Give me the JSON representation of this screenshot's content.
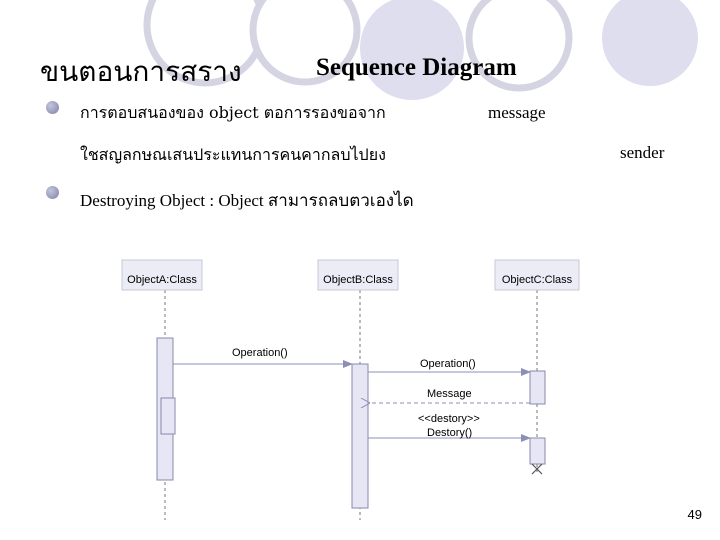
{
  "slide": {
    "title_thai": "ขนตอนการสราง",
    "title_en": "Sequence Diagram",
    "bullet1_part1": "การตอบสนองของ object ตอการรองขอจาก",
    "bullet1_part2": "message",
    "bullet1_line2": "ใชสญลกษณเสนประแทนการคนคากลบไปยง",
    "bullet1_line2_end": "sender",
    "bullet2": "Destroying Object : Object สามารถลบตวเองได",
    "page_number": "49"
  },
  "diagram": {
    "objects": [
      {
        "label": "ObjectA:Class"
      },
      {
        "label": "ObjectB:Class"
      },
      {
        "label": "ObjectC:Class"
      }
    ],
    "messages": [
      {
        "label": "Operation()"
      },
      {
        "label": "Operation()"
      },
      {
        "label": "Message"
      },
      {
        "label": "<<destory>>"
      },
      {
        "label": "Destory()"
      }
    ]
  },
  "colors": {
    "circle_fill": "#dcdcec",
    "circle_stroke": "#c8c8d8",
    "activation_fill": "#e6e6f4",
    "activation_stroke": "#8888aa",
    "arrow": "#8b8fb8",
    "lifeline": "#777777"
  }
}
